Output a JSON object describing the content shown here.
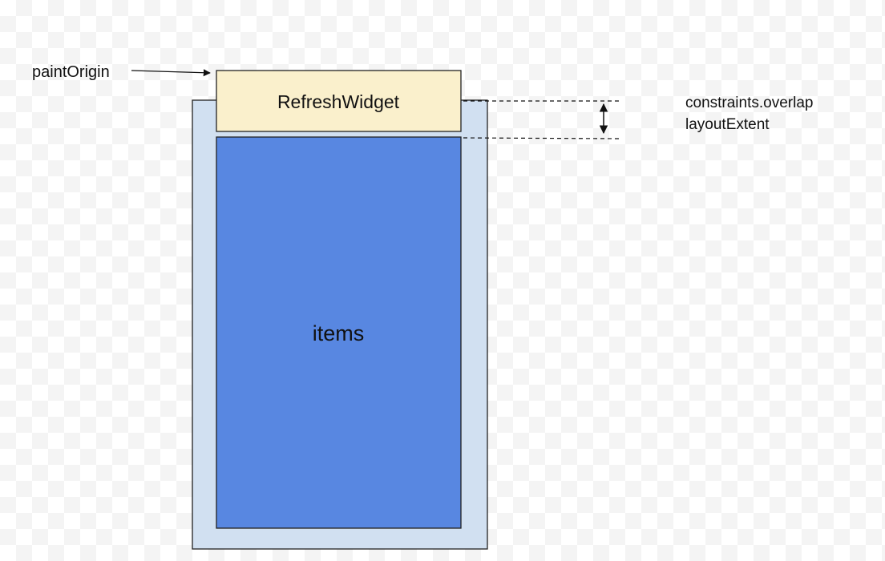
{
  "labels": {
    "paint_origin": "paintOrigin",
    "refresh_widget": "RefreshWidget",
    "items": "items",
    "constraints_overlap": "constraints.overlap",
    "layout_extent": "layoutExtent"
  },
  "colors": {
    "viewport_fill": "#d1e0f1",
    "refresh_fill": "#faf0cc",
    "items_fill": "#5887e1",
    "stroke": "#222222"
  }
}
